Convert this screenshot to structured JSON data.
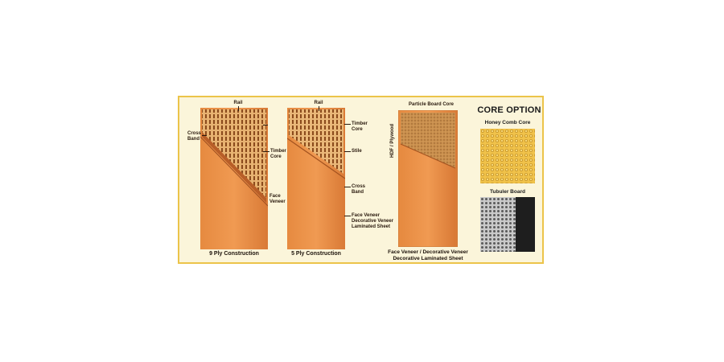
{
  "doors": [
    {
      "caption": "9 Ply Construction",
      "labels": {
        "rail": "Rail",
        "cross_band": "Cross\nBand",
        "timber_core": "Timber\nCore",
        "face_veneer": "Face\nVeneer"
      }
    },
    {
      "caption": "5 Ply Construction",
      "labels": {
        "rail": "Rail",
        "timber_core": "Timber\nCore",
        "stile": "Stile",
        "cross_band": "Cross\nBand",
        "face_veneer": "Face Veneer\nDecorative Veneer\nLaminated Sheet"
      }
    },
    {
      "caption": "Face Veneer / Decorative Veneer\nDecorative Laminated Sheet",
      "labels": {
        "particle_board": "Particle Board Core",
        "hdf_plywood": "HDF / Plywood"
      }
    }
  ],
  "core_option": {
    "title": "CORE OPTION",
    "honeycomb": "Honey Comb Core",
    "tubular": "Tubuler Board"
  },
  "colors": {
    "panel_bg": "#fbf5da",
    "panel_border": "#ecc44a",
    "wood": "#e2813a",
    "wood_dark": "#c8642a",
    "core_bg": "#d9a05c",
    "honeycomb": "#f2c64a",
    "tubular": "#9a9a9a"
  },
  "icons": [
    "door-9ply-illustration",
    "door-5ply-illustration",
    "door-particle-illustration",
    "honeycomb-swatch",
    "tubular-swatch"
  ]
}
